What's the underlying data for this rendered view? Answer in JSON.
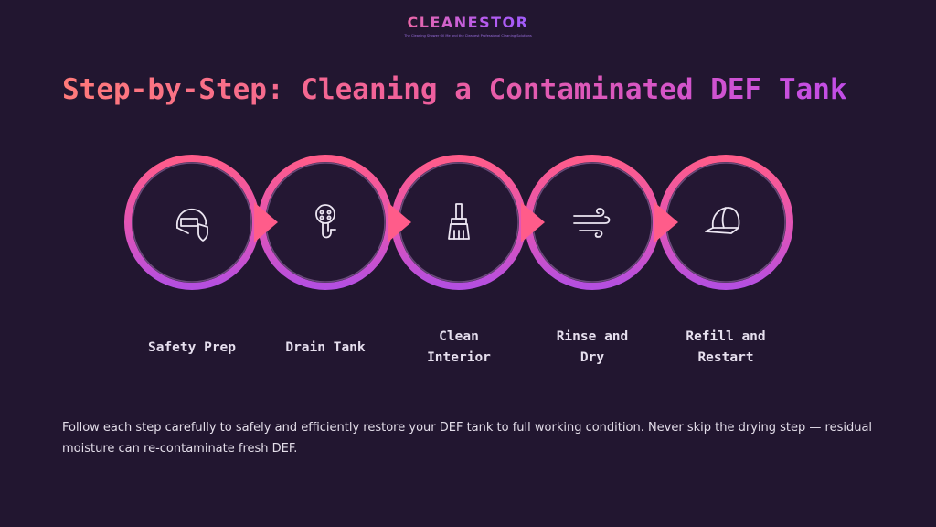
{
  "logo": {
    "name": "CLEANESTOR",
    "tagline": "The Cleaning Shower Oil Me and the Cleanest Professional Cleaning Solutions"
  },
  "title": "Step-by-Step: Cleaning a Contaminated DEF Tank",
  "steps": [
    {
      "label_lines": [
        "Safety Prep"
      ],
      "icon": "helmet-shield-icon"
    },
    {
      "label_lines": [
        "Drain Tank"
      ],
      "icon": "drain-nozzle-icon"
    },
    {
      "label_lines": [
        "Clean",
        "Interior"
      ],
      "icon": "brush-icon"
    },
    {
      "label_lines": [
        "Rinse and",
        "Dry"
      ],
      "icon": "wind-icon"
    },
    {
      "label_lines": [
        "Refill and",
        "Restart"
      ],
      "icon": "cap-icon"
    }
  ],
  "description": "Follow each step carefully to safely and efficiently restore your DEF tank to full working condition. Never skip the drying step — residual moisture can re-contaminate fresh DEF.",
  "colors": {
    "background": "#221630",
    "ring_outer": "#ff5c8a",
    "ring_inner": "#b44fe0",
    "icon_stroke": "#ece6f2",
    "text": "#e6dfee"
  }
}
